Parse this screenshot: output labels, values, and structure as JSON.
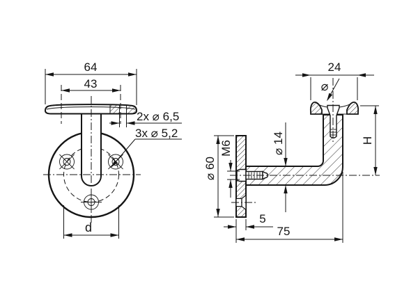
{
  "colors": {
    "line": "#151515",
    "background": "#ffffff"
  },
  "front_view": {
    "dim_width_outer": "64",
    "dim_width_inner": "43",
    "label_saddle_holes": "2x ⌀ 6,5",
    "label_flange_holes": "3x ⌀ 5,2",
    "dim_bolt_circle": "d"
  },
  "side_view": {
    "dim_saddle_width": "24",
    "label_tube_diameter": "⌀",
    "dim_height": "H",
    "dim_flange_diameter": "⌀ 60",
    "label_screw_thread": "M6",
    "dim_arm_diameter": "⌀ 14",
    "dim_flange_thickness": "5",
    "dim_projection": "75"
  }
}
